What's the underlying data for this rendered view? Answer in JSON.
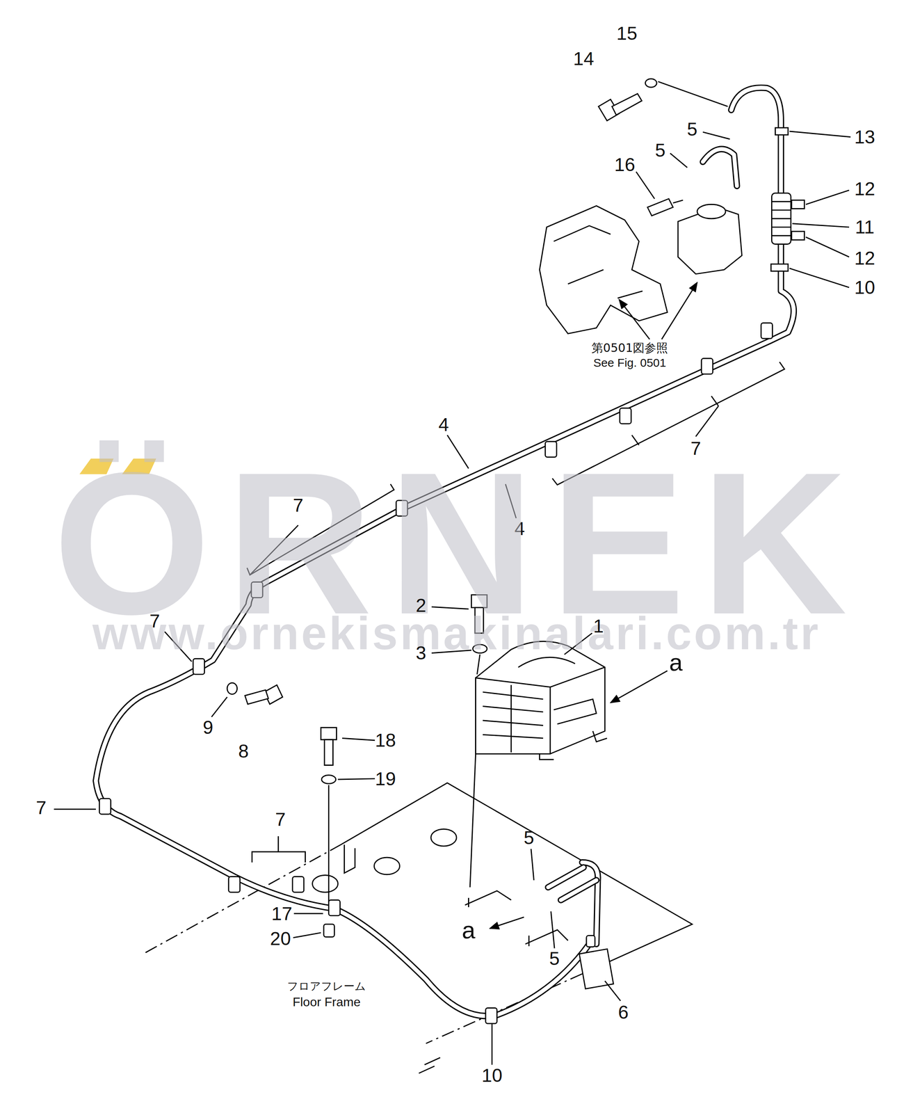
{
  "diagram": {
    "labels": [
      "15",
      "14",
      "5",
      "13",
      "5",
      "16",
      "12",
      "11",
      "12",
      "10",
      "第0501図参照",
      "See Fig. 0501",
      "4",
      "7",
      "7",
      "4",
      "ÖRNEK",
      "www.ornekismakinalari.com.tr",
      "2",
      "1",
      "3",
      "a",
      "7",
      "9",
      "8",
      "18",
      "19",
      "7",
      "7",
      "5",
      "17",
      "a",
      "20",
      "5",
      "フロアフレーム",
      "Floor Frame",
      "6",
      "10"
    ]
  }
}
